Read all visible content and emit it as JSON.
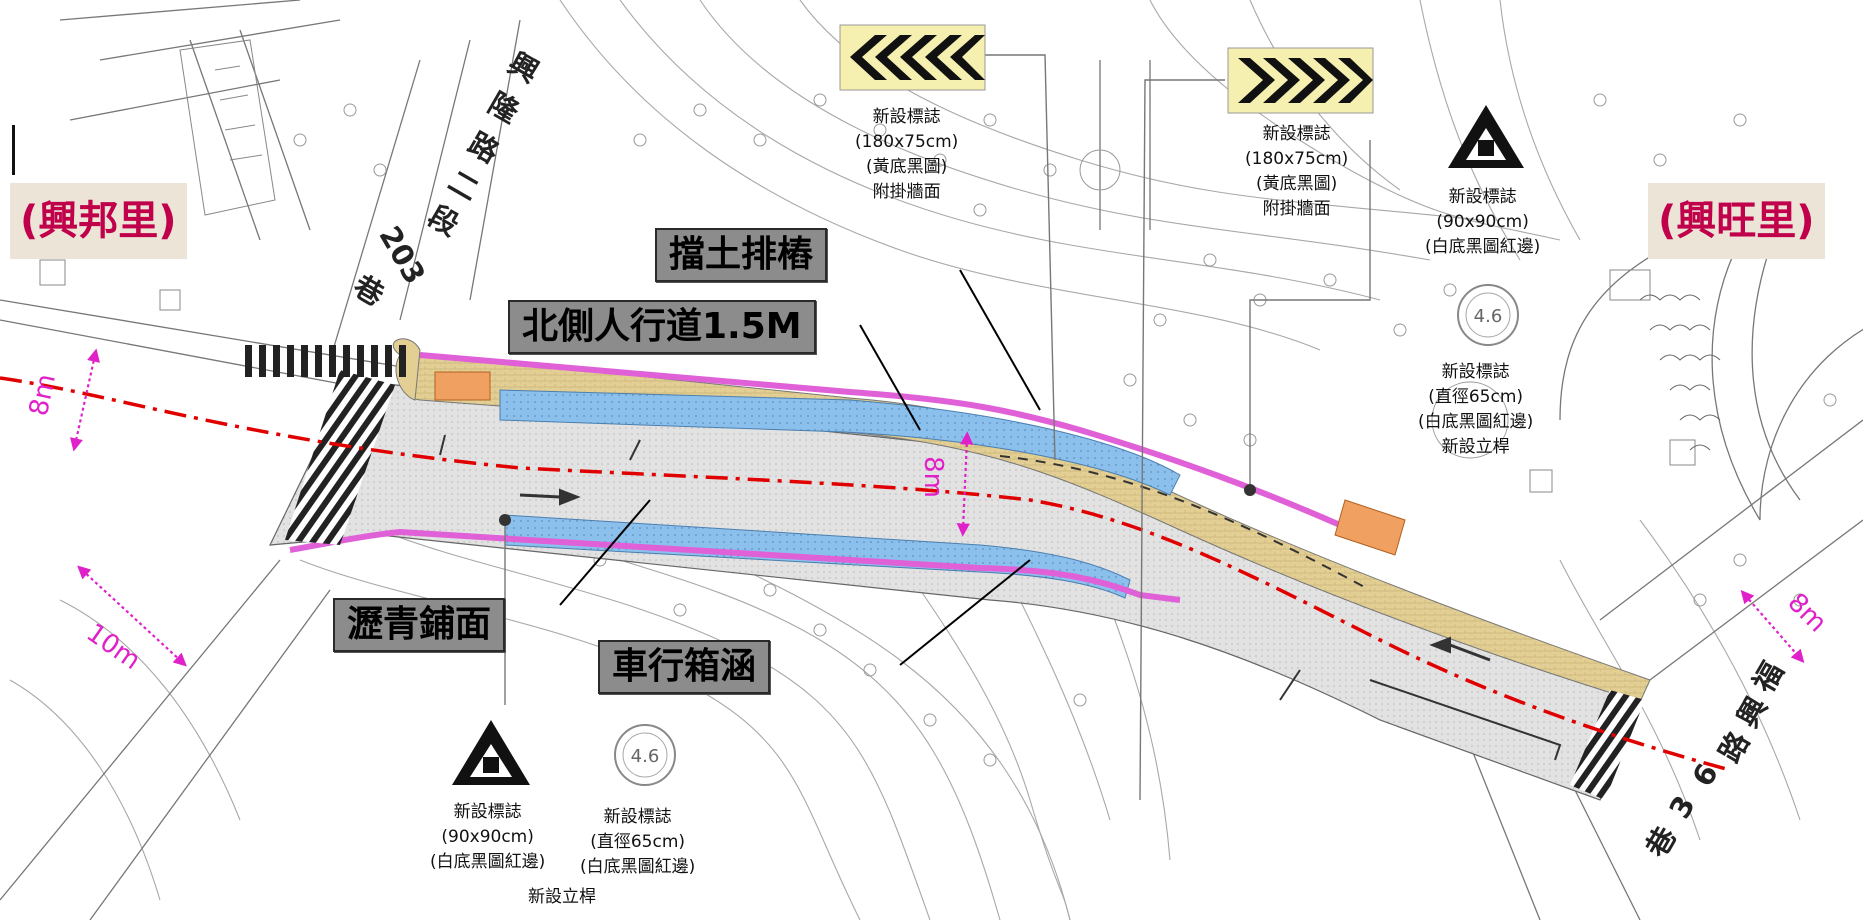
{
  "districts": {
    "left": "(興邦里)",
    "right": "(興旺里)"
  },
  "callouts": {
    "retaining_piles": "擋土排樁",
    "north_sidewalk": "北側人行道1.5M",
    "asphalt": "瀝青鋪面",
    "box_culvert": "車行箱涵"
  },
  "notes": {
    "chevron_left": [
      "新設標誌",
      "(180x75cm)",
      "(黃底黑圖)",
      "附掛牆面"
    ],
    "chevron_right": [
      "新設標誌",
      "(180x75cm)",
      "(黃底黑圖)",
      "附掛牆面"
    ],
    "warning_right": [
      "新設標誌",
      "(90x90cm)",
      "(白底黑圖紅邊)"
    ],
    "round_right": [
      "新設標誌",
      "(直徑65cm)",
      "(白底黑圖紅邊)",
      "新設立桿"
    ],
    "warning_bottom": [
      "新設標誌",
      "(90x90cm)",
      "(白底黑圖紅邊)"
    ],
    "round_bottom": [
      "新設標誌",
      "(直徑65cm)",
      "(白底黑圖紅邊)"
    ],
    "pole_bottom": "新設立桿"
  },
  "dimensions": {
    "left_width": "8m",
    "left_lower": "10m",
    "center_width": "8m",
    "right_width": "8m"
  },
  "roads": {
    "top": [
      "興",
      "隆",
      "路",
      "二",
      "段",
      "203",
      "巷"
    ],
    "bottom": [
      "福",
      "興",
      "路",
      "6",
      "3",
      "巷"
    ]
  },
  "speed_marks": {
    "left": "4.6",
    "bottom": "4.6"
  },
  "colors": {
    "road": "#e6e6e6",
    "sidewalk": "#e3cf94",
    "culvert": "#8cc0ec",
    "boundary": "#e060d8",
    "centerline": "#e00000",
    "sign_yellow": "#f5f0b0",
    "district_text": "#c0004a",
    "dimension": "#e020c8",
    "callout_bg": "#8c8c8c"
  }
}
